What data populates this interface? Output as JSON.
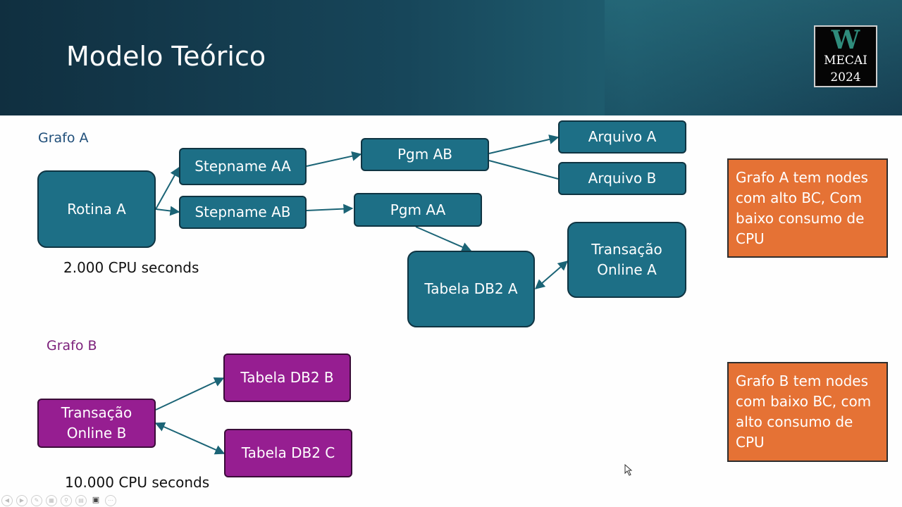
{
  "slide": {
    "title": "Modelo Teórico",
    "logo": {
      "line1": "W",
      "line2": "MECAI",
      "line3": "2024"
    }
  },
  "graph_a": {
    "label": "Grafo A",
    "label_color": "#1f4e79",
    "node_color": "#1d6f86",
    "nodes": {
      "rotina_a": "Rotina A",
      "stepname_aa": "Stepname AA",
      "stepname_ab": "Stepname AB",
      "pgm_ab": "Pgm AB",
      "pgm_aa": "Pgm AA",
      "arquivo_a": "Arquivo A",
      "arquivo_b": "Arquivo B",
      "tabela_db2_a": "Tabela DB2 A",
      "transacao_online_a": "Transação Online A"
    },
    "cpu": "2.000 CPU seconds"
  },
  "graph_b": {
    "label": "Grafo B",
    "label_color": "#7b1f7a",
    "node_color": "#961e91",
    "nodes": {
      "transacao_online_b": "Transação Online B",
      "tabela_db2_b": "Tabela DB2 B",
      "tabela_db2_c": "Tabela DB2 C"
    },
    "cpu": "10.000 CPU seconds"
  },
  "edges": [
    {
      "from": "rotina_a",
      "to": "stepname_aa",
      "directed": true
    },
    {
      "from": "rotina_a",
      "to": "stepname_ab",
      "directed": true
    },
    {
      "from": "stepname_aa",
      "to": "pgm_ab",
      "directed": true
    },
    {
      "from": "stepname_ab",
      "to": "pgm_aa",
      "directed": true
    },
    {
      "from": "pgm_ab",
      "to": "arquivo_a",
      "directed": true
    },
    {
      "from": "pgm_ab",
      "to": "arquivo_b",
      "directed": false
    },
    {
      "from": "pgm_aa",
      "to": "tabela_db2_a",
      "directed": true
    },
    {
      "from": "tabela_db2_a",
      "to": "transacao_online_a",
      "directed": true,
      "bidirectional": true
    },
    {
      "from": "transacao_online_b",
      "to": "tabela_db2_b",
      "directed": true
    },
    {
      "from": "transacao_online_b",
      "to": "tabela_db2_c",
      "directed": true,
      "bidirectional": true
    }
  ],
  "callouts": {
    "a": "Grafo A tem nodes com alto BC, Com baixo consumo de CPU",
    "b": "Grafo B tem nodes com baixo BC, com alto consumo de CPU",
    "color": "#e57235"
  },
  "toolbar": {
    "icons": [
      "prev-icon",
      "next-icon",
      "pen-icon",
      "slides-icon",
      "zoom-icon",
      "subtitles-icon",
      "camera-icon",
      "more-icon"
    ]
  }
}
